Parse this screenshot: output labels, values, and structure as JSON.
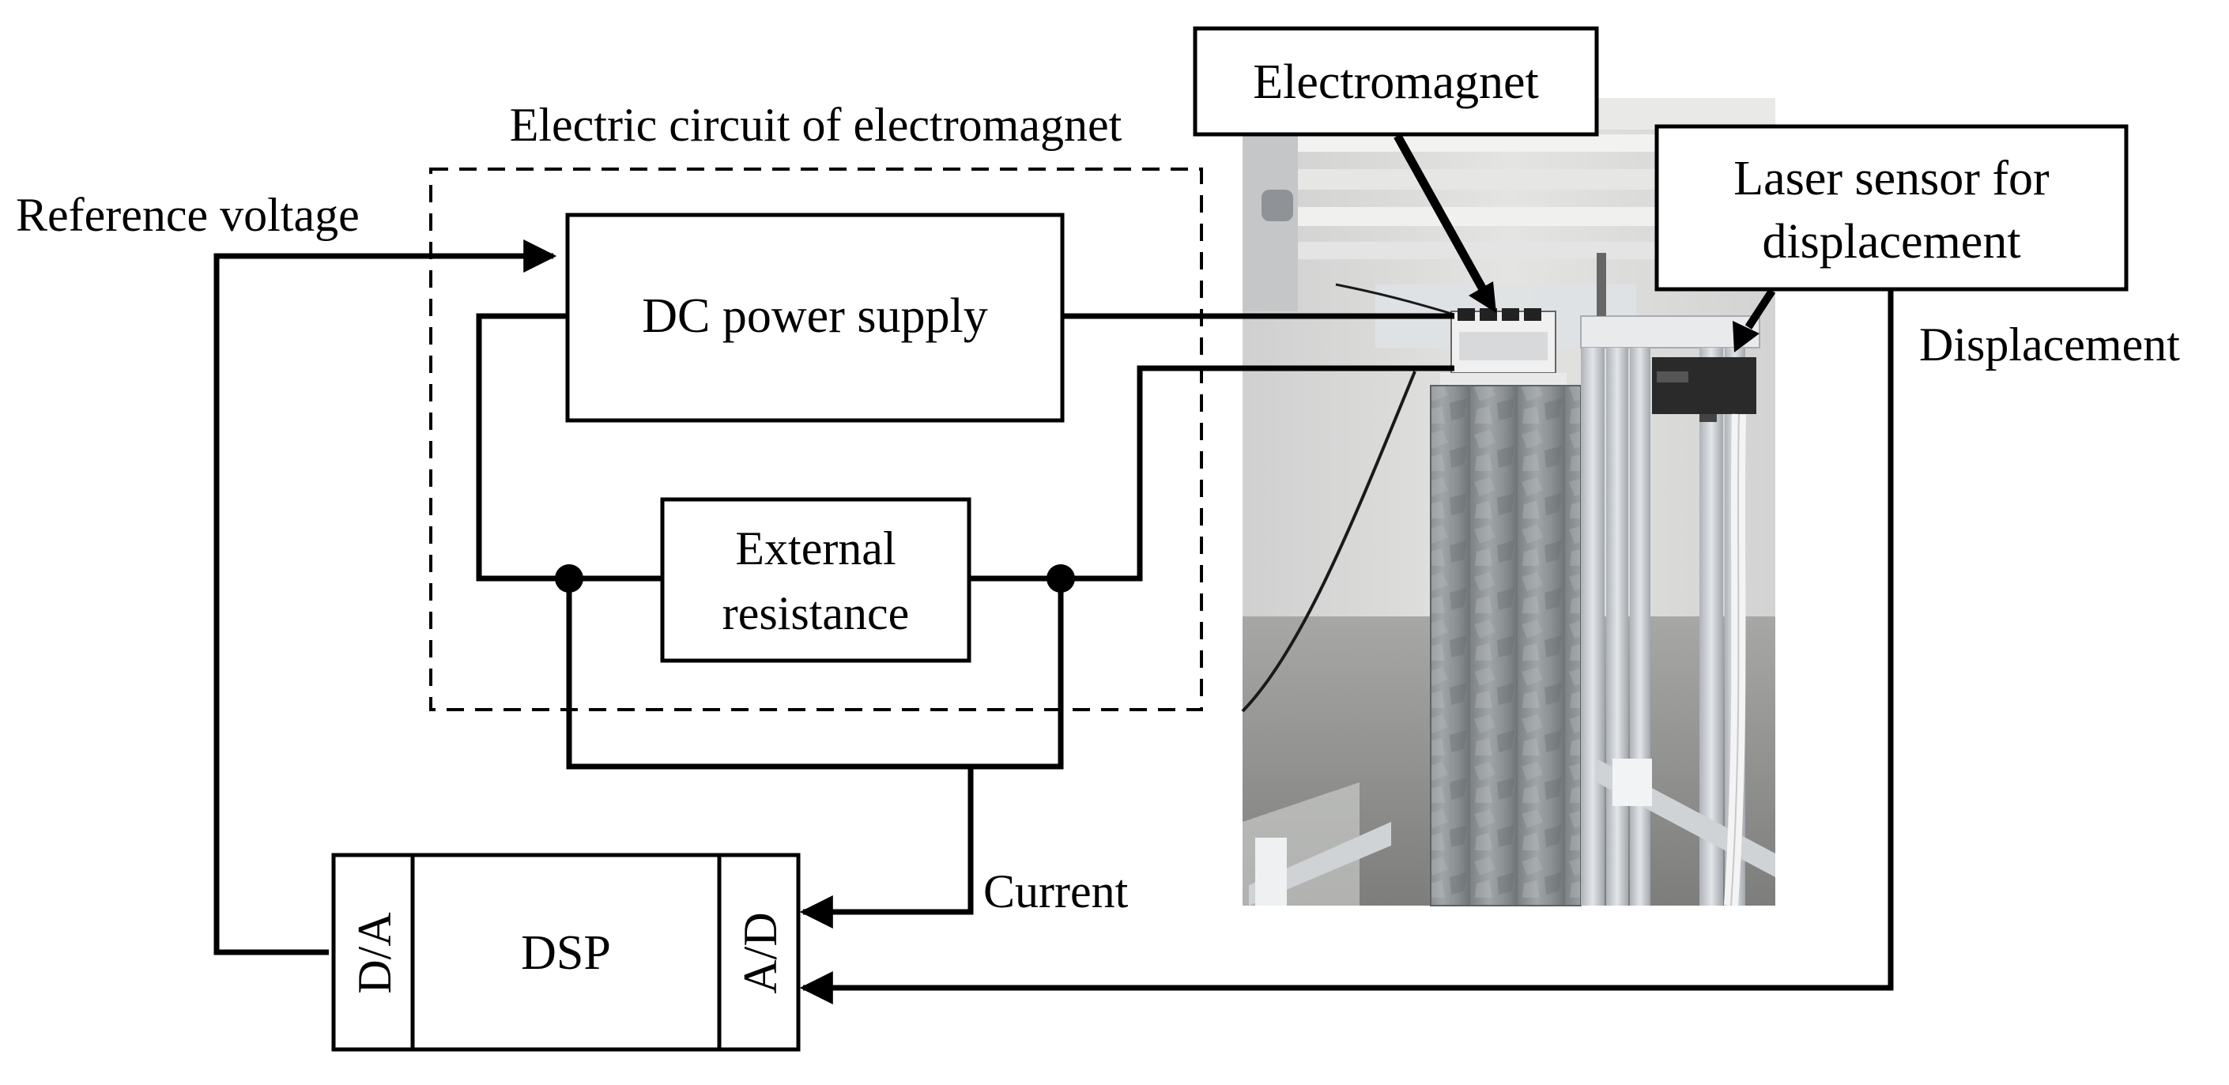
{
  "diagram": {
    "labels": {
      "circuit_group": "Electric circuit of electromagnet",
      "reference_voltage": "Reference voltage",
      "current": "Current",
      "displacement": "Displacement"
    },
    "blocks": {
      "dc_power_supply": "DC power supply",
      "external_resistance": [
        "External",
        "resistance"
      ],
      "dsp": "DSP",
      "da": "D/A",
      "ad": "A/D"
    },
    "callouts": {
      "electromagnet": "Electromagnet",
      "laser_sensor": [
        "Laser sensor for",
        "displacement"
      ]
    },
    "colors": {
      "line": "#000000",
      "photo_wall": "#d8d8d6",
      "photo_floor": "#8c8c8a",
      "steel_plate": "#8f9496",
      "aluminum_frame": "#c9cdd1",
      "sensor_body": "#2a2a2a"
    }
  }
}
